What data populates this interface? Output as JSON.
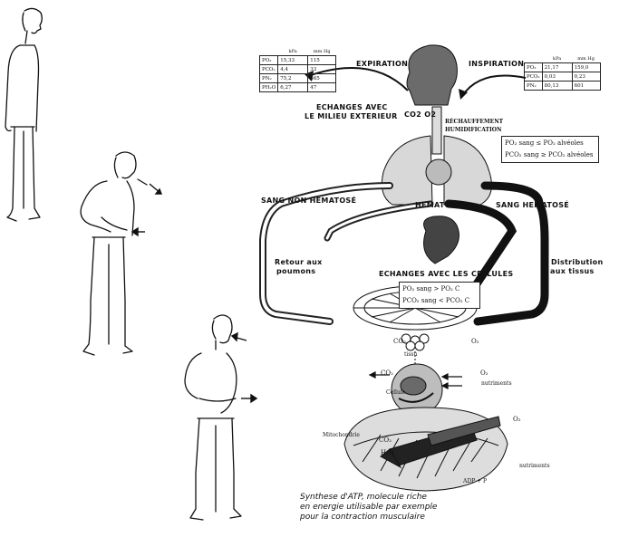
{
  "labels": {
    "expiration": "EXPIRATION",
    "inspiration": "INSPIRATION",
    "echanges_ext_1": "ECHANGES AVEC",
    "echanges_ext_2": "LE MILIEU EXTERIEUR",
    "co2_o2": "CO2  O2",
    "rechauffement_1": "RÉCHAUFFEMENT",
    "rechauffement_2": "HUMIDIFICATION",
    "sang_non_hematose": "SANG NON HEMATOSÉ",
    "hematose": "HEMATOSE",
    "sang_hematose": "SANG HEMATOSÉ",
    "retour_1": "Retour aux",
    "retour_2": "poumons",
    "distribution_1": "Distribution",
    "distribution_2": "aux tissus",
    "echanges_cellules": "ECHANGES AVEC LES CELLULES",
    "co2_tissue": "CO₂",
    "o2_tissue": "O₂",
    "tissu": "tissu",
    "co2_cell": "CO₂",
    "o2_cell": "O₂",
    "nutriments_cell": "nutriments",
    "cellule": "Cellule",
    "mitochondrie": "Mitochondrie",
    "o2_mito": "O₂",
    "co2_mito": "CO₂",
    "h2o_mito": "H₂O",
    "nutriments_mito": "nutriments",
    "adp": "ADP + P"
  },
  "alveolar_box": {
    "line1": "PO₂ sang ≤ PO₂ alvéoles",
    "line2": "PCO₂ sang ≥ PCO₂ alvéoles"
  },
  "cellular_box": {
    "line1": "PO₂ sang > PO₂ C",
    "line2": "PCO₂ sang < PCO₂ C"
  },
  "expired_table": {
    "headers": [
      "",
      "kPa",
      "mm Hg"
    ],
    "rows": [
      [
        "PO₂",
        "15,33",
        "115"
      ],
      [
        "PCO₂",
        "4,4",
        "33"
      ],
      [
        "PN₂",
        "75,2",
        "565"
      ],
      [
        "PH₂O",
        "6,27",
        "47"
      ]
    ]
  },
  "inspired_table": {
    "headers": [
      "",
      "kPa",
      "mm Hg"
    ],
    "rows": [
      [
        "PO₂",
        "21,17",
        "159,0"
      ],
      [
        "PCO₂",
        "0,03",
        "0,23"
      ],
      [
        "PN₂",
        "80,13",
        "601"
      ]
    ]
  },
  "caption": {
    "line1": "Synthese d'ATP, molecule riche",
    "line2": "en energie utilisable par exemple",
    "line3": "pour la contraction musculaire"
  }
}
